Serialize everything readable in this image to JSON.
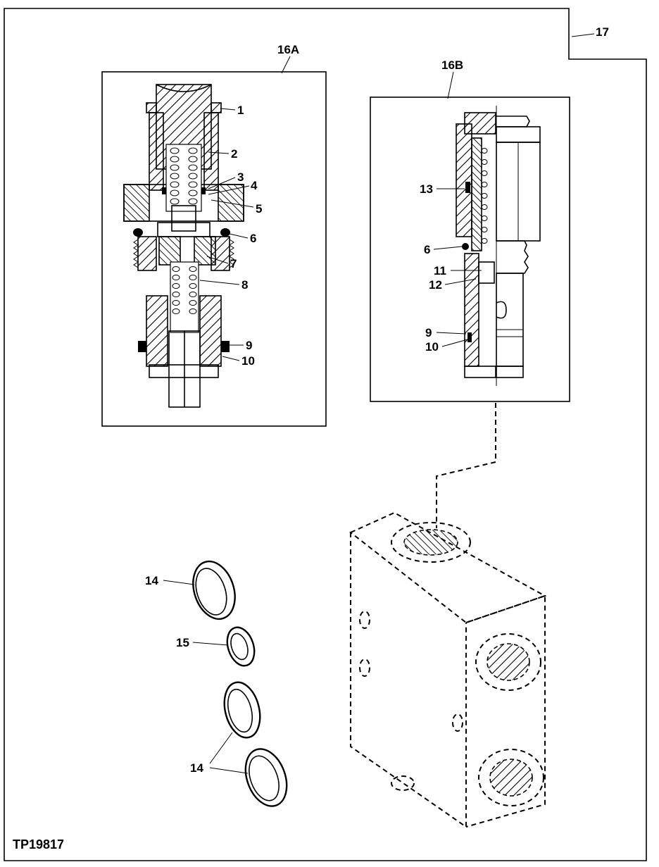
{
  "figure_id": "TP19817",
  "detail_labels": {
    "left_view": "16A",
    "right_view": "16B",
    "assembly": "17"
  },
  "callouts_16a": [
    "1",
    "2",
    "3",
    "4",
    "5",
    "6",
    "7",
    "8",
    "9",
    "10"
  ],
  "callouts_16b": [
    "13",
    "6",
    "11",
    "12",
    "9",
    "10"
  ],
  "seal_callouts": {
    "upper_ring": "14",
    "small_ring": "15",
    "lower_rings": "14"
  }
}
